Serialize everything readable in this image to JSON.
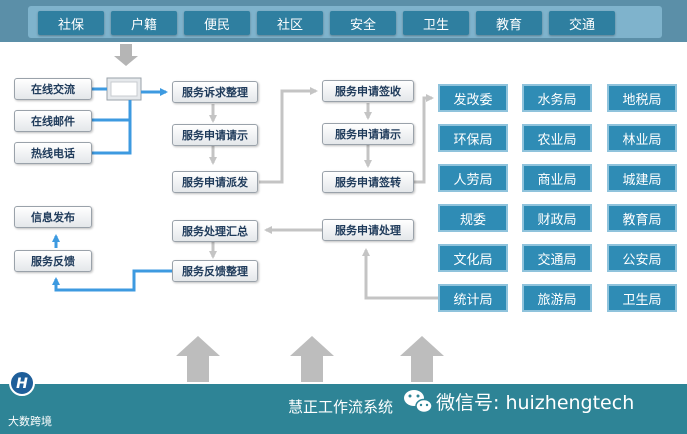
{
  "topbar": {
    "tabs": [
      "社保",
      "户籍",
      "便民",
      "社区",
      "安全",
      "卫生",
      "教育",
      "交通"
    ]
  },
  "channels": [
    "在线交流",
    "在线邮件",
    "热线电话"
  ],
  "outputs": [
    "信息发布",
    "服务反馈"
  ],
  "flow": {
    "s1": "服务诉求整理",
    "s2": "服务申请请示",
    "s3": "服务申请派发",
    "s4": "服务申请签收",
    "s5": "服务申请请示",
    "s6": "服务申请签转",
    "s7": "服务申请处理",
    "s8": "服务处理汇总",
    "s9": "服务反馈整理"
  },
  "agencies": [
    [
      "发改委",
      "水务局",
      "地税局"
    ],
    [
      "环保局",
      "农业局",
      "林业局"
    ],
    [
      "人劳局",
      "商业局",
      "城建局"
    ],
    [
      "规委",
      "财政局",
      "教育局"
    ],
    [
      "文化局",
      "交通局",
      "公安局"
    ],
    [
      "统计局",
      "旅游局",
      "卫生局"
    ]
  ],
  "footer": {
    "system": "慧正工作流系统",
    "wechat": "微信号: huizhengtech",
    "logo_letter": "H",
    "watermark": "大数跨境"
  },
  "colors": {
    "accent": "#2f8cb5",
    "arrow_blue": "#3d9ae0",
    "arrow_gray": "#c4c4c4"
  }
}
